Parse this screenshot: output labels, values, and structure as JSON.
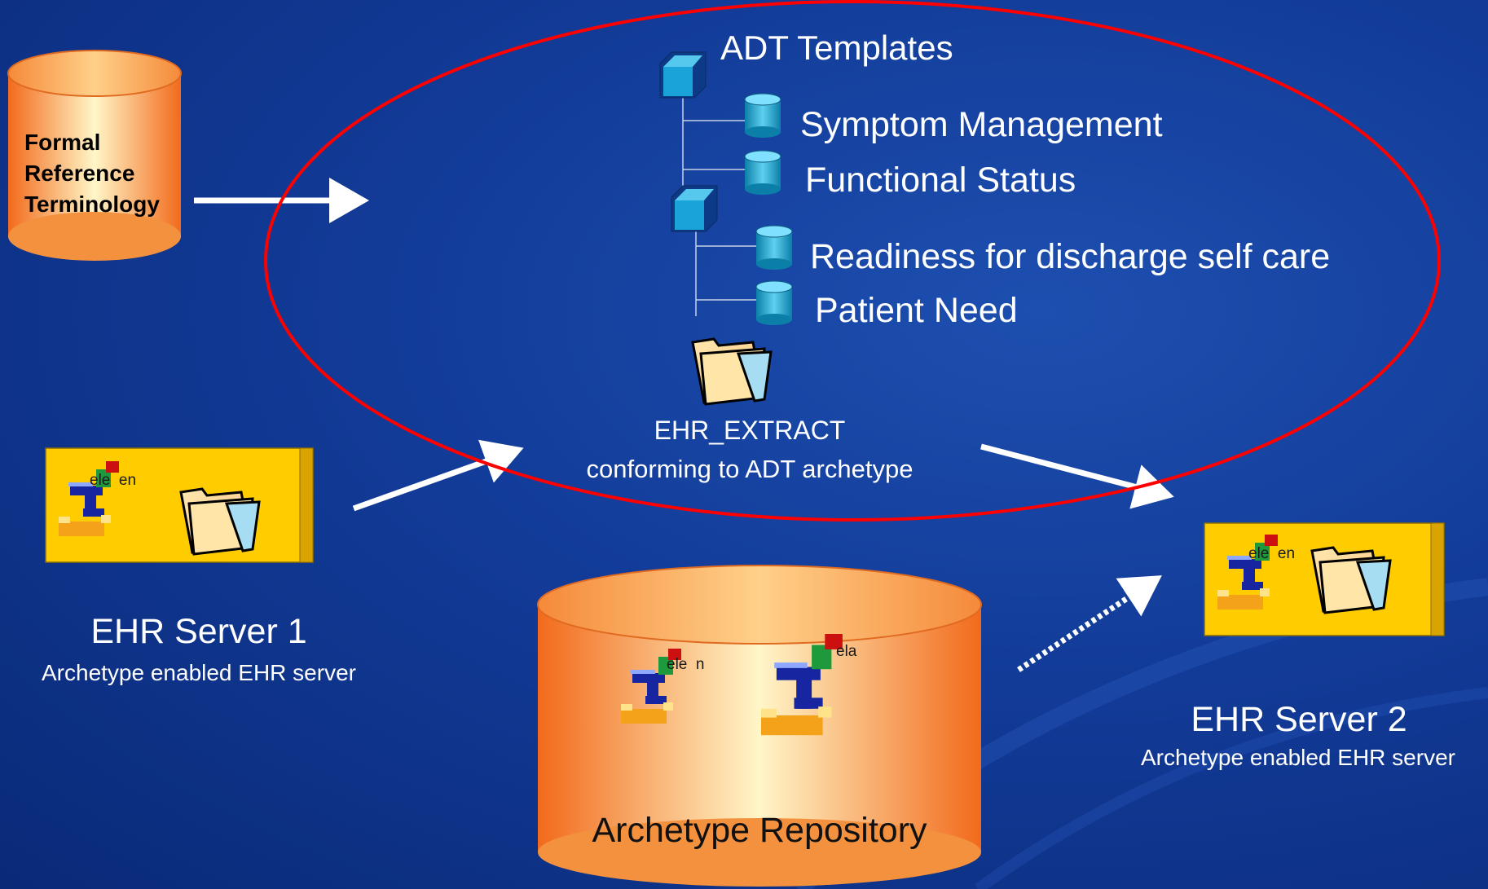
{
  "slide": {
    "background_color": "#123b98",
    "accent_color": "#ff0000",
    "title_color": "#ffff00"
  },
  "terminology": {
    "label_line1": "Formal",
    "label_line2": "Reference",
    "label_line3": "Terminology"
  },
  "templates": {
    "root_label": "ADT Templates",
    "items": [
      {
        "label": "Symptom Management",
        "icon": "database-icon"
      },
      {
        "label": "Functional Status",
        "icon": "database-icon"
      },
      {
        "label": "Readiness for discharge self care",
        "icon": "database-icon"
      },
      {
        "label": "Patient Need",
        "icon": "database-icon"
      }
    ]
  },
  "extract": {
    "line1": "EHR_EXTRACT",
    "line2": "conforming to ADT archetype"
  },
  "server1": {
    "title": "EHR Server 1",
    "subtitle": "Archetype enabled EHR server",
    "element_label": "ele  en"
  },
  "server2": {
    "title": "EHR Server 2",
    "subtitle": "Archetype enabled EHR server",
    "element_label": "ele  en"
  },
  "repository": {
    "label": "Archetype Repository",
    "element_label_1": "ele  n",
    "element_label_2": "ela"
  }
}
